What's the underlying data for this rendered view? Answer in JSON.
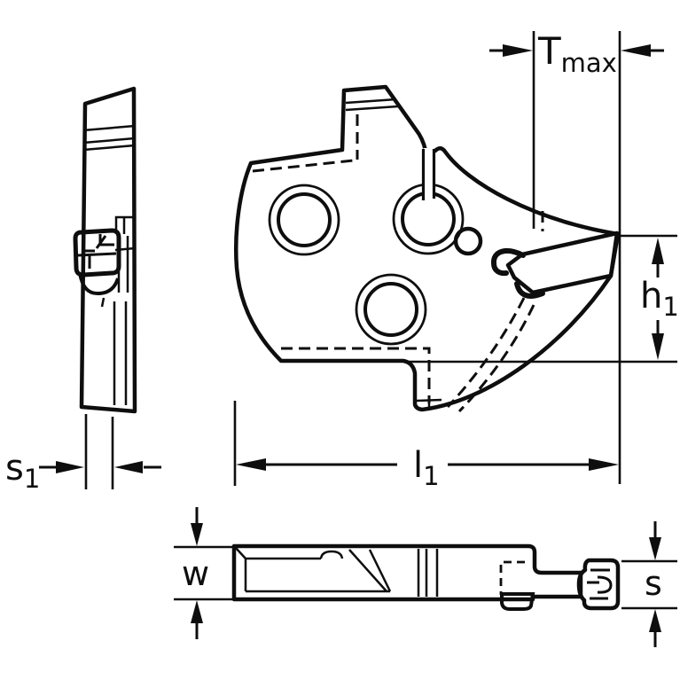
{
  "figure": {
    "kind": "technical-drawing",
    "description": "Three orthographic views of a grooving blade tool holder with a yellow cutting insert and dimension callouts",
    "colors": {
      "body_gray": "#d3d3d3",
      "insert_yellow": "#f7d376",
      "line_black": "#0e0e0e",
      "hole_white": "#ffffff",
      "background": "#ffffff"
    },
    "labels": {
      "tmax": {
        "base": "T",
        "sub": "max"
      },
      "h1": {
        "base": "h",
        "sub": "1"
      },
      "l1": {
        "base": "l",
        "sub": "1"
      },
      "s1": {
        "base": "s",
        "sub": "1"
      },
      "w": {
        "base": "w"
      },
      "s": {
        "base": "s"
      }
    }
  }
}
